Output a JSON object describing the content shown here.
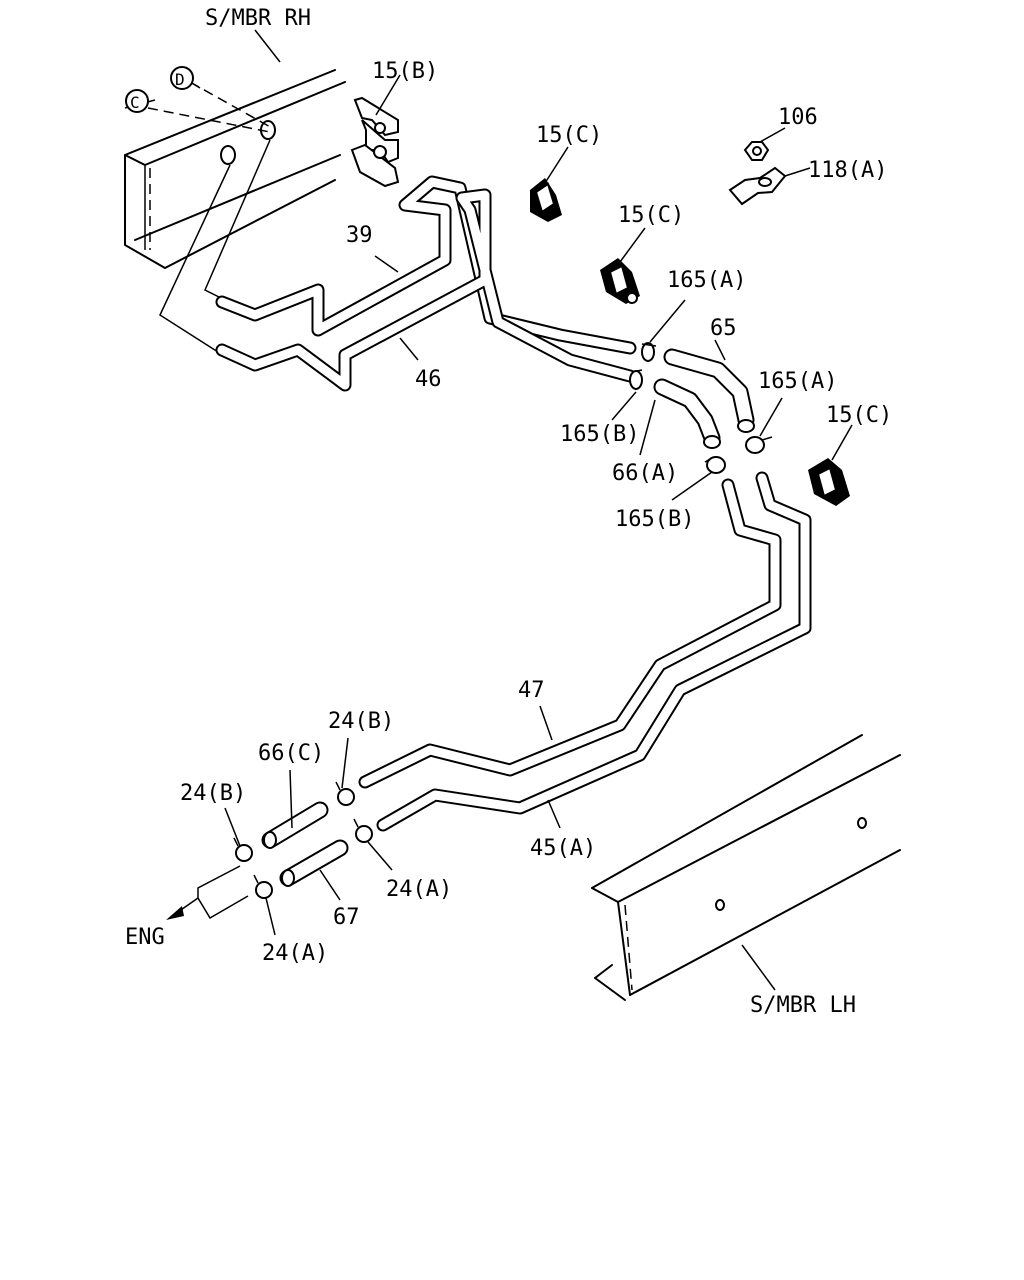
{
  "frame": {
    "rh_label": "S/MBR RH",
    "lh_label": "S/MBR LH",
    "ref_c": "C",
    "ref_d": "D"
  },
  "labels": {
    "p15b": "15(B)",
    "p15c_1": "15(C)",
    "p15c_2": "15(C)",
    "p15c_3": "15(C)",
    "p106": "106",
    "p118a": "118(A)",
    "p39": "39",
    "p46": "46",
    "p165a_1": "165(A)",
    "p65": "65",
    "p165a_2": "165(A)",
    "p165b_1": "165(B)",
    "p66a": "66(A)",
    "p165b_2": "165(B)",
    "p47": "47",
    "p24b_1": "24(B)",
    "p66c": "66(C)",
    "p24b_2": "24(B)",
    "p45a": "45(A)",
    "p24a_1": "24(A)",
    "p67": "67",
    "p24a_2": "24(A)",
    "eng": "ENG"
  }
}
